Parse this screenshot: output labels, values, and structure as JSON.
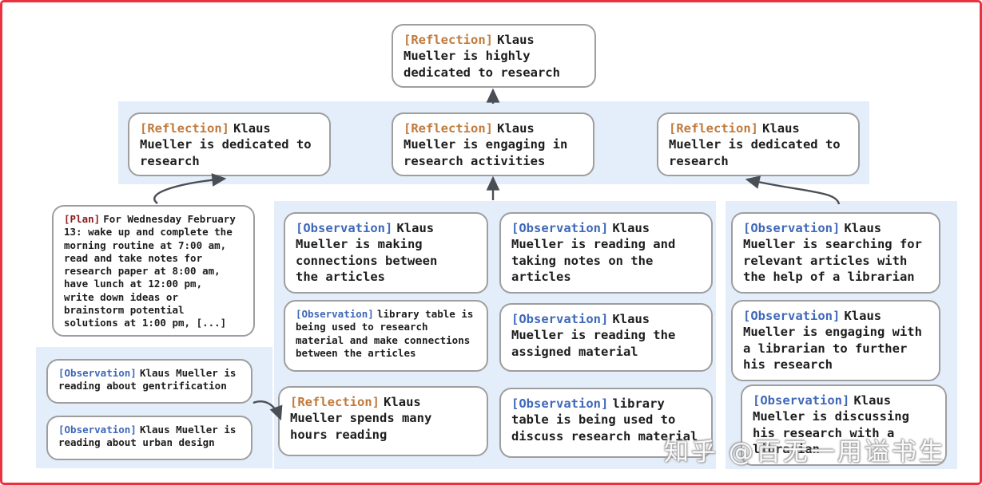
{
  "colors": {
    "frame_border": "#e8323f",
    "band_background": "#e4eefa",
    "box_border": "#9e9e9e",
    "reflection_tag": "#c07a3e",
    "observation_tag": "#3f68b8",
    "plan_tag": "#8e1c1c",
    "arrow": "#4a4f55"
  },
  "watermark": "知乎 @百无一用谥书生",
  "nodes": {
    "root": {
      "tag": "[Reflection]",
      "text": "Klaus Mueller is highly dedicated to research"
    },
    "level2": [
      {
        "tag": "[Reflection]",
        "text": "Klaus Mueller is dedicated to research"
      },
      {
        "tag": "[Reflection]",
        "text": "Klaus Mueller is engaging in research activities"
      },
      {
        "tag": "[Reflection]",
        "text": "Klaus Mueller is dedicated to research"
      }
    ],
    "plan": {
      "tag": "[Plan]",
      "text": "For Wednesday February 13: wake up and complete the morning routine at 7:00 am, read and take notes for research paper at 8:00 am, have lunch at 12:00 pm, write down ideas or brainstorm potential solutions at 1:00 pm, [...]"
    },
    "left_observations": [
      {
        "tag": "[Observation]",
        "text": "Klaus Mueller is reading about gentrification"
      },
      {
        "tag": "[Observation]",
        "text": "Klaus Mueller is reading about urban design"
      }
    ],
    "mid_left": [
      {
        "tag": "[Observation]",
        "text": "Klaus Mueller is making connections between the articles"
      },
      {
        "tag": "[Observation]",
        "text": "library table is being used to research material and make connections between the articles"
      },
      {
        "tag": "[Reflection]",
        "text": "Klaus Mueller spends many hours reading"
      }
    ],
    "mid_right": [
      {
        "tag": "[Observation]",
        "text": "Klaus Mueller is reading and taking notes on the articles"
      },
      {
        "tag": "[Observation]",
        "text": "Klaus Mueller is reading the assigned material"
      },
      {
        "tag": "[Observation]",
        "text": "library table is being used to discuss research material"
      }
    ],
    "right": [
      {
        "tag": "[Observation]",
        "text": "Klaus Mueller is searching for relevant articles with the help of a librarian"
      },
      {
        "tag": "[Observation]",
        "text": "Klaus Mueller is engaging with a librarian to further his research"
      },
      {
        "tag": "[Observation]",
        "text": "Klaus Mueller is discussing his research with a librarian"
      }
    ]
  }
}
